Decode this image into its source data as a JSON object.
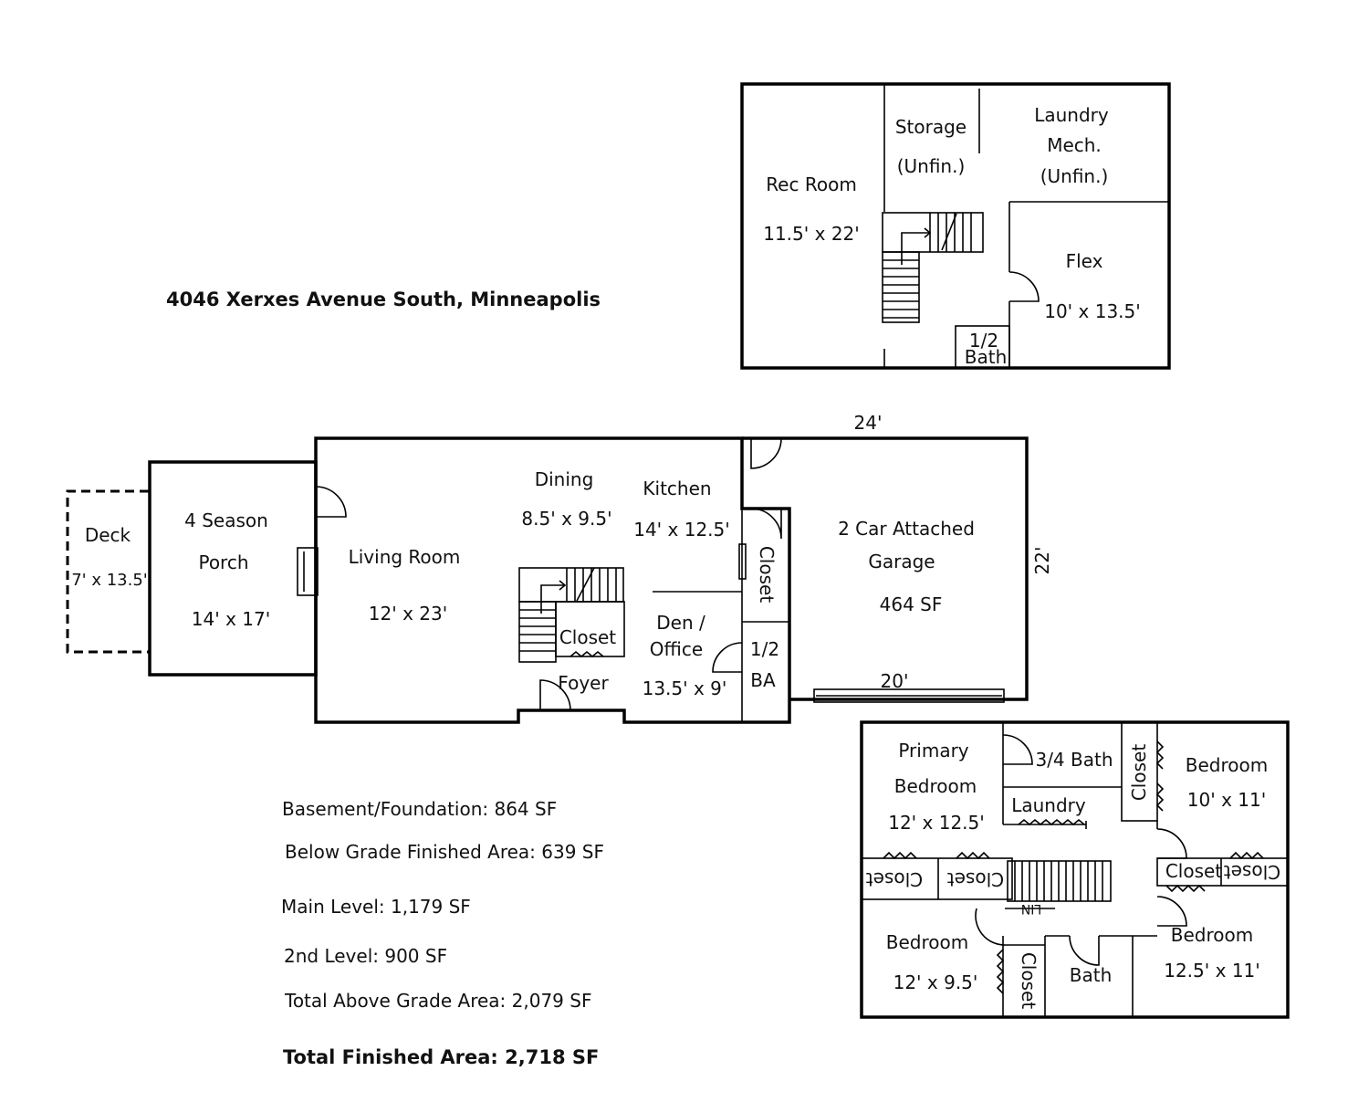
{
  "address": "4046 Xerxes Avenue South, Minneapolis",
  "basement": {
    "rec_room": {
      "name": "Rec Room",
      "size": "11.5' x 22'"
    },
    "storage": {
      "name": "Storage",
      "note": "(Unfin.)"
    },
    "laundry_mech": {
      "line1": "Laundry",
      "line2": "Mech.",
      "note": "(Unfin.)"
    },
    "flex": {
      "name": "Flex",
      "size": "10' x 13.5'"
    },
    "half_bath": {
      "line1": "1/2",
      "line2": "Bath"
    }
  },
  "main": {
    "deck": {
      "name": "Deck",
      "size": "7' x 13.5'"
    },
    "porch": {
      "line1": "4 Season",
      "line2": "Porch",
      "size": "14' x 17'"
    },
    "living": {
      "name": "Living Room",
      "size": "12' x 23'"
    },
    "dining": {
      "name": "Dining",
      "size": "8.5' x 9.5'"
    },
    "kitchen": {
      "name": "Kitchen",
      "size": "14' x 12.5'"
    },
    "closet": "Closet",
    "stair_closet": "Closet",
    "den": {
      "line1": "Den /",
      "line2": "Office",
      "size": "13.5' x 9'"
    },
    "foyer": "Foyer",
    "half_ba": {
      "line1": "1/2",
      "line2": "BA"
    },
    "garage": {
      "line1": "2 Car Attached",
      "line2": "Garage",
      "area": "464 SF"
    },
    "dim_top": "24'",
    "dim_right": "22'",
    "dim_bottom": "20'"
  },
  "upper": {
    "primary": {
      "line1": "Primary",
      "line2": "Bedroom",
      "size": "12' x 12.5'"
    },
    "three_quarter_bath": "3/4 Bath",
    "laundry": "Laundry",
    "closet_a": "Closet",
    "bedroom1": {
      "name": "Bedroom",
      "size": "10' x 11'"
    },
    "closet_b": "Closet",
    "closet_c": "Closet",
    "closet_d": "Closet",
    "closet_e": "Closet",
    "lin": "LIN",
    "bedroom2": {
      "name": "Bedroom",
      "size": "12' x 9.5'"
    },
    "closet_f": "Closet",
    "bath": "Bath",
    "bedroom3": {
      "name": "Bedroom",
      "size": "12.5' x 11'"
    }
  },
  "summary": {
    "basement": "Basement/Foundation: 864 SF",
    "below_grade": "Below Grade Finished Area: 639 SF",
    "main_level": "Main Level: 1,179 SF",
    "second_level": "2nd Level: 900 SF",
    "above_grade": "Total Above Grade Area: 2,079 SF",
    "total": "Total Finished Area: 2,718 SF"
  }
}
